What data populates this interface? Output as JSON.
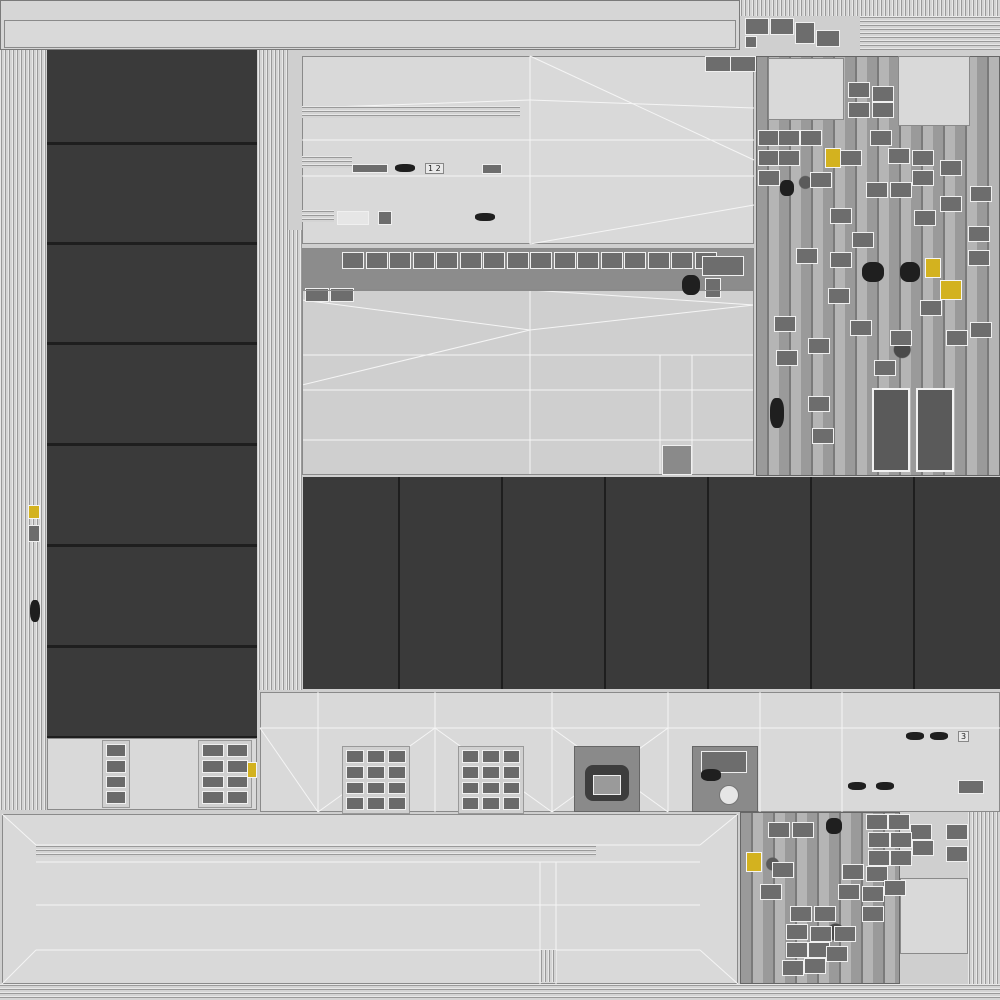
{
  "labels": {
    "sign_12": "1 2",
    "sign_3": "3"
  },
  "colors": {
    "background": "#cfcfcf",
    "dark_panel": "#3a3a3a",
    "accent_yellow": "#d3b21f",
    "cell_gray": "#6d6d6d"
  },
  "icons": {
    "sign_icon": "rounded-rect-sign",
    "lamp_icon": "circle-lamp"
  }
}
